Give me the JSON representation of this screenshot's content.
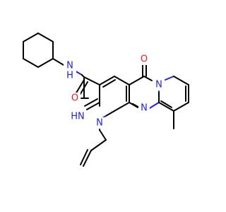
{
  "atom_labels": {
    "amide_nh": "N\nH",
    "amide_o": "O",
    "imine": "HN",
    "n1": "N",
    "n_pyrimidine": "N",
    "n_bridge": "N",
    "keto_o": "O"
  },
  "colors": {
    "bond": "#000000",
    "nitrogen": "#1f1fe6",
    "oxygen": "#e61f1f",
    "background": "#ffffff"
  }
}
